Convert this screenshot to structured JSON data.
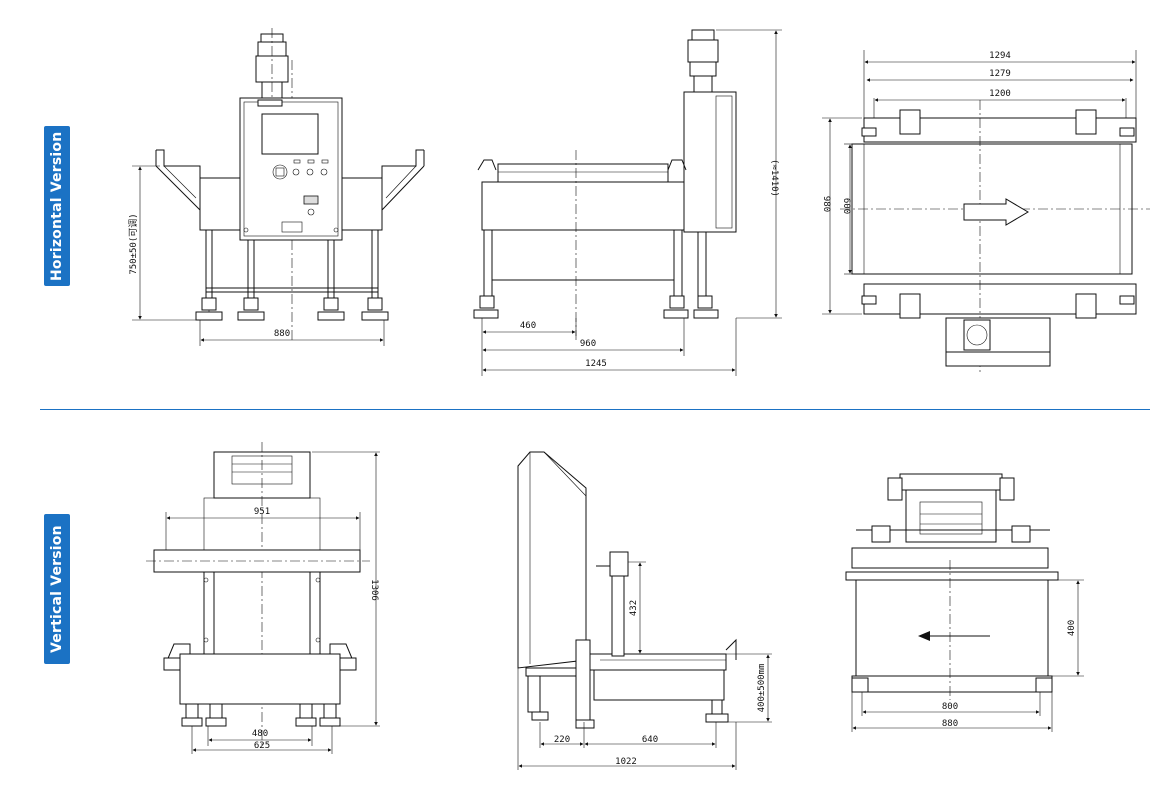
{
  "labels": {
    "horizontal": "Horizontal Version",
    "vertical": "Vertical Version"
  },
  "dims": {
    "h_front_width": "880",
    "h_front_height": "750±50(可调)",
    "h_side_460": "460",
    "h_side_960": "960",
    "h_side_1245": "1245",
    "h_side_height": "(≈1410)",
    "h_top_1294": "1294",
    "h_top_1279": "1279",
    "h_top_1200": "1200",
    "h_top_980": "980",
    "h_top_600": "600",
    "v_front_951": "951",
    "v_front_1306": "1306",
    "v_front_480": "480",
    "v_front_625": "625",
    "v_side_432": "432",
    "v_side_400500": "400±500mm",
    "v_side_220": "220",
    "v_side_640": "640",
    "v_side_1022": "1022",
    "v_top_400": "400",
    "v_top_800": "800",
    "v_top_880": "880"
  },
  "colors": {
    "accent": "#1b72c4",
    "line": "#111111"
  }
}
